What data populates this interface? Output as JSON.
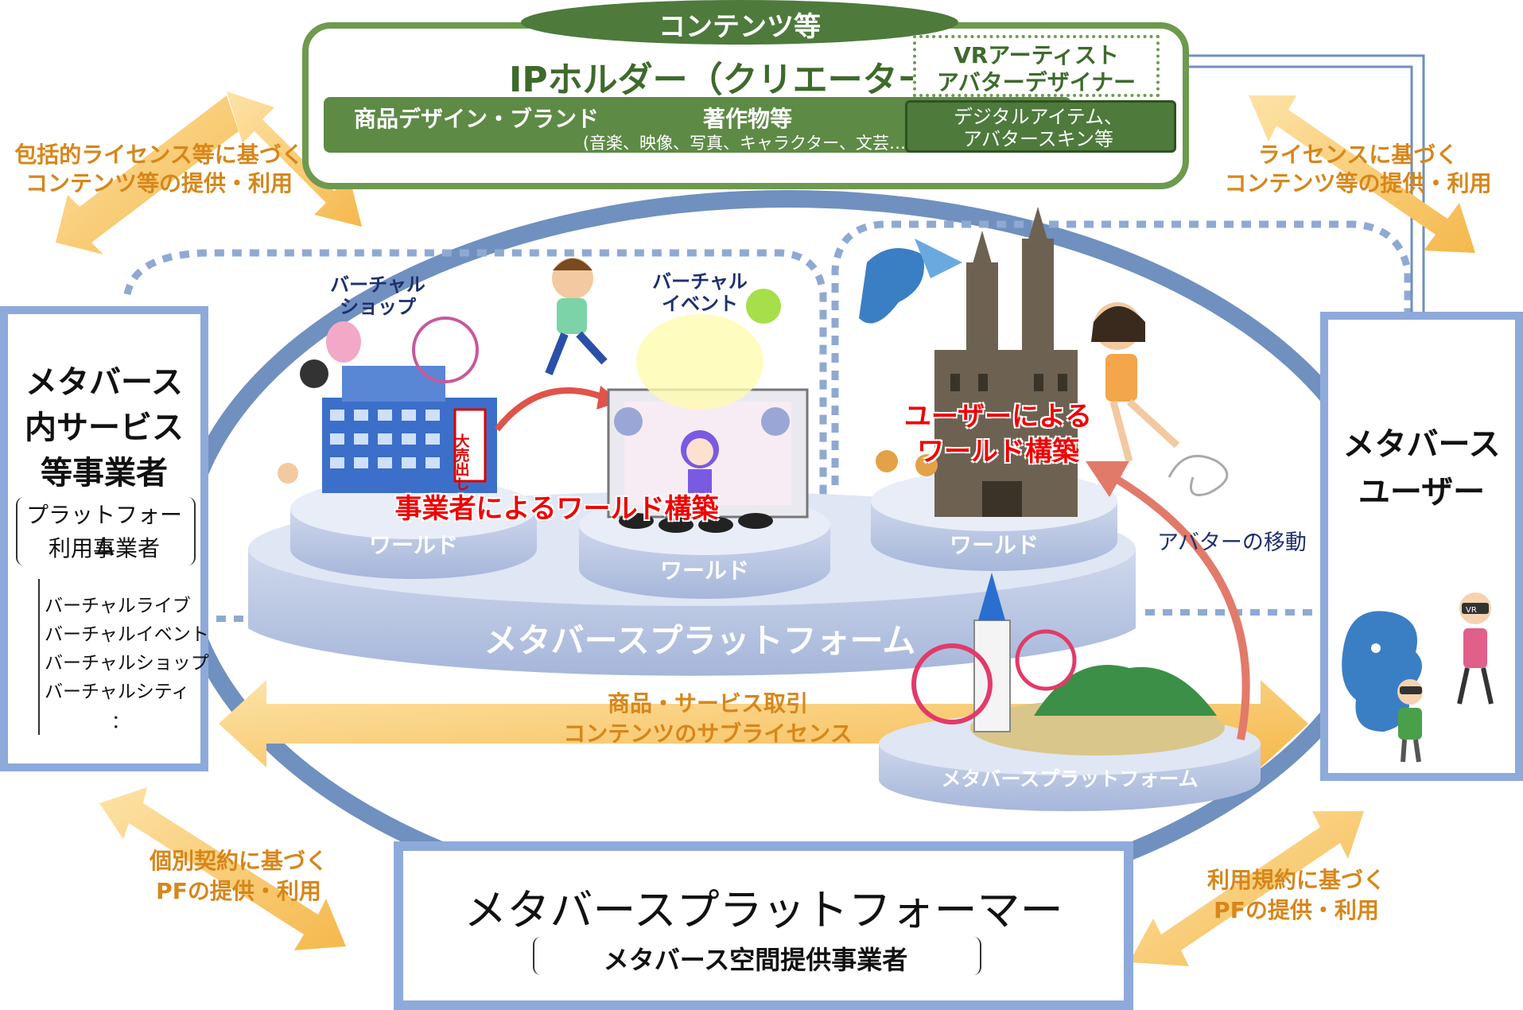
{
  "top": {
    "header": "コンテンツ等",
    "ip_holder": "IPホルダー（クリエーター",
    "vr_artist_line1": "VRアーティスト",
    "vr_artist_line2": "アバターデザイナー",
    "product_design": "商品デザイン・ブランド",
    "works_title": "著作物等",
    "works_sub": "(音楽、映像、写真、キャラクター、文芸…)",
    "digital_line1": "デジタルアイテム、",
    "digital_line2": "アバタースキン等"
  },
  "left_box": {
    "title_line1": "メタバース",
    "title_line2": "内サービス",
    "title_line3": "等事業者",
    "sub_line1": "プラットフォーム",
    "sub_line2": "利用事業者",
    "list": [
      "バーチャルライブ",
      "バーチャルイベント",
      "バーチャルショップ",
      "バーチャルシティ",
      "："
    ]
  },
  "right_box": {
    "title_line1": "メタバース",
    "title_line2": "ユーザー"
  },
  "bottom_box": {
    "title": "メタバースプラットフォーマー",
    "sub": "メタバース空間提供事業者"
  },
  "arrows": {
    "top_left_line1": "包括的ライセンス等に基づく",
    "top_left_line2": "コンテンツ等の提供・利用",
    "top_right_line1": "ライセンスに基づく",
    "top_right_line2": "コンテンツ等の提供・利用",
    "bottom_left_line1": "個別契約に基づく",
    "bottom_left_line2": "PFの提供・利用",
    "bottom_right_line1": "利用規約に基づく",
    "bottom_right_line2": "PFの提供・利用",
    "center_line1": "商品・サービス取引",
    "center_line2": "コンテンツのサブライセンス"
  },
  "scene": {
    "virtual_shop_line1": "バーチャル",
    "virtual_shop_line2": "ショップ",
    "virtual_event_line1": "バーチャル",
    "virtual_event_line2": "イベント",
    "world_1": "ワールド",
    "world_2": "ワールド",
    "world_3": "ワールド",
    "platform_big": "メタバースプラットフォーム",
    "platform_small": "メタバースプラットフォーム",
    "business_build": "事業者によるワールド構築",
    "user_build_line1": "ユーザーによる",
    "user_build_line2": "ワールド構築",
    "avatar_move": "アバターの移動",
    "sale_sign": "大売出し",
    "vr_tag": "VR"
  },
  "colors": {
    "green_dark": "#4e7a3c",
    "green_border": "#6d9a4e",
    "blue_border": "#8eaadb",
    "blue_ring": "#6f8fbf",
    "disc": "#aab9dc",
    "orange": "#f5b84c",
    "red": "#f00000"
  }
}
